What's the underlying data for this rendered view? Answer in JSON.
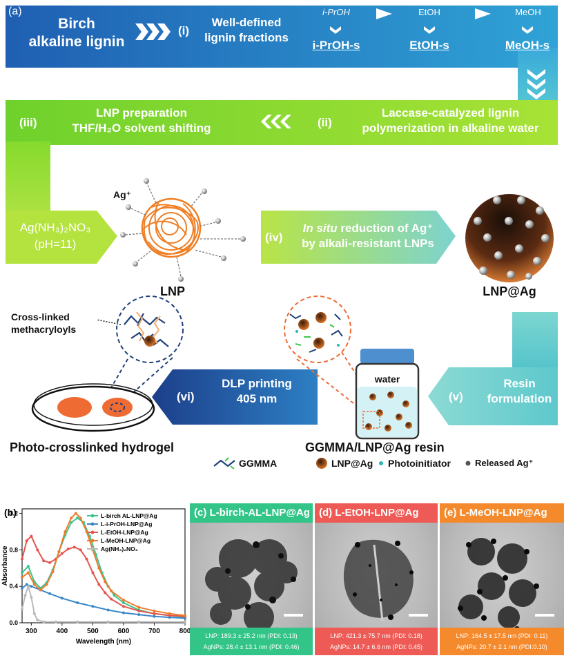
{
  "panel_a": {
    "label": "(a)",
    "start": [
      "Birch",
      "alkaline lignin"
    ],
    "step_i": "(i)",
    "step_i_text": [
      "Well-defined",
      "lignin fractions"
    ],
    "solvents": [
      {
        "name": "i-PrOH",
        "fraction": "i-PrOH-s"
      },
      {
        "name": "EtOH",
        "fraction": "EtOH-s"
      },
      {
        "name": "MeOH",
        "fraction": "MeOH-s"
      }
    ],
    "step_ii": "(ii)",
    "step_ii_text": [
      "Laccase-catalyzed lignin",
      "polymerization in alkaline water"
    ],
    "step_iii": "(iii)",
    "step_iii_text": [
      "LNP preparation",
      "THF/H₂O solvent shifting"
    ],
    "reagent": [
      "Ag(NH₃)₂NO₃",
      "(pH=11)"
    ],
    "ag_label": "Ag⁺",
    "lnp_label": "LNP",
    "step_iv": "(iv)",
    "step_iv_text_italic": "In situ",
    "step_iv_text_rest": " reduction of Ag⁺",
    "step_iv_text2": "by alkali-resistant LNPs",
    "lnpag_label": "LNP@Ag",
    "crosslink_label": [
      "Cross-linked",
      "methacryloyls"
    ],
    "water_label": "water",
    "step_v": "(v)",
    "step_v_text": [
      "Resin",
      "formulation"
    ],
    "step_vi": "(vi)",
    "step_vi_text": [
      "DLP printing",
      "405 nm"
    ],
    "hydrogel_label": "Photo-crosslinked hydrogel",
    "resin_label": "GGMMA/LNP@Ag resin",
    "legend": [
      "GGMMA",
      "LNP@Ag",
      "Photoinitiator",
      "Released Ag⁺"
    ]
  },
  "panel_b": {
    "label": "(b)"
  },
  "chart_data": {
    "type": "line",
    "xlabel": "Wavelength (nm)",
    "ylabel": "Absorbance",
    "xlim": [
      270,
      800
    ],
    "ylim": [
      0,
      1.25
    ],
    "xticks": [
      300,
      400,
      500,
      600,
      700,
      800
    ],
    "yticks": [
      0.0,
      0.4,
      0.8,
      1.2
    ],
    "legend_position": "top-right",
    "series": [
      {
        "name": "L-birch AL-LNP@Ag",
        "color": "#3cc48d",
        "x": [
          270,
          290,
          310,
          330,
          350,
          370,
          390,
          410,
          430,
          450,
          470,
          490,
          510,
          530,
          550,
          570,
          600,
          650,
          700,
          750,
          800
        ],
        "y": [
          0.55,
          0.62,
          0.45,
          0.38,
          0.44,
          0.58,
          0.78,
          0.96,
          1.1,
          1.15,
          1.1,
          0.95,
          0.75,
          0.55,
          0.4,
          0.3,
          0.22,
          0.14,
          0.1,
          0.08,
          0.06
        ]
      },
      {
        "name": "L-i-PrOH-LNP@Ag",
        "color": "#3a87c8",
        "x": [
          270,
          285,
          300,
          330,
          360,
          400,
          450,
          500,
          550,
          600,
          650,
          700,
          750,
          800
        ],
        "y": [
          0.38,
          0.42,
          0.4,
          0.36,
          0.32,
          0.27,
          0.22,
          0.18,
          0.14,
          0.11,
          0.09,
          0.07,
          0.06,
          0.05
        ]
      },
      {
        "name": "L-EtOH-LNP@Ag",
        "color": "#e4544d",
        "x": [
          270,
          285,
          300,
          320,
          340,
          360,
          380,
          400,
          420,
          440,
          460,
          480,
          500,
          520,
          540,
          560,
          600,
          650,
          700,
          750,
          800
        ],
        "y": [
          0.7,
          0.9,
          0.95,
          0.8,
          0.68,
          0.66,
          0.7,
          0.76,
          0.81,
          0.83,
          0.8,
          0.7,
          0.55,
          0.42,
          0.33,
          0.26,
          0.18,
          0.13,
          0.1,
          0.08,
          0.07
        ]
      },
      {
        "name": "L-MeOH-LNP@Ag",
        "color": "#f07a2a",
        "x": [
          270,
          290,
          310,
          330,
          350,
          370,
          390,
          410,
          430,
          445,
          460,
          480,
          500,
          520,
          540,
          560,
          600,
          650,
          700,
          750,
          800
        ],
        "y": [
          0.5,
          0.55,
          0.42,
          0.36,
          0.42,
          0.56,
          0.78,
          1.0,
          1.15,
          1.2,
          1.15,
          1.0,
          0.8,
          0.6,
          0.45,
          0.35,
          0.25,
          0.17,
          0.13,
          0.1,
          0.08
        ]
      },
      {
        "name": "Ag(NH₃)₂NO₃",
        "color": "#b9b9b9",
        "x": [
          270,
          280,
          290,
          300,
          310,
          320,
          340,
          380,
          450,
          550,
          650,
          800
        ],
        "y": [
          0.15,
          0.3,
          0.4,
          0.28,
          0.1,
          0.03,
          0.01,
          0.01,
          0.01,
          0.01,
          0.01,
          0.01
        ]
      }
    ]
  },
  "panel_c": {
    "title": "(c) L-birch-AL-LNP@Ag",
    "color": "#33c588",
    "lines": [
      "LNP: 189.3 ± 25.2 nm (PDI: 0.13)",
      "AgNPs: 28.4 ± 13.1 nm (PDI: 0.46)"
    ]
  },
  "panel_d": {
    "title": "(d) L-EtOH-LNP@Ag",
    "color": "#ee5a55",
    "lines": [
      "LNP: 421.3 ± 75.7 nm (PDI: 0.18)",
      "AgNPs: 14.7 ± 6.6 nm (PDI: 0.45)"
    ]
  },
  "panel_e": {
    "title": "(e) L-MeOH-LNP@Ag",
    "color": "#f58a2c",
    "lines": [
      "LNP: 164.5 ± 17.5 nm (PDI: 0.11)",
      "AgNPs: 20.7 ± 2.1 nm (PDI:0.10)"
    ]
  }
}
